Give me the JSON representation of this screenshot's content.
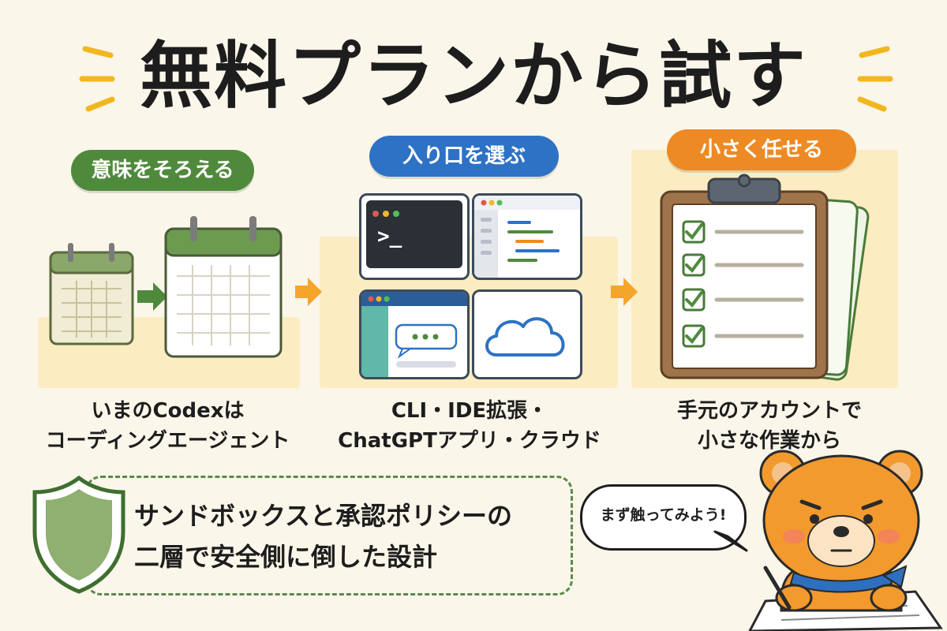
{
  "title": "無料プランから試す",
  "steps": [
    {
      "label": "意味をそろえる",
      "color": "#4f8a3c",
      "caption_lines": [
        "いまのCodexは",
        "コーディングエージェント"
      ]
    },
    {
      "label": "入り口を選ぶ",
      "color": "#2d72c4",
      "caption_lines": [
        "CLI・IDE拡張・",
        "ChatGPTアプリ・クラウド"
      ]
    },
    {
      "label": "小さく任せる",
      "color": "#ee8a23",
      "caption_lines": [
        "手元のアカウントで",
        "小さな作業から"
      ]
    }
  ],
  "terminal_prompt": ">_",
  "safety": {
    "lines": [
      "サンドボックスと承認ポリシーの",
      "二層で安全側に倒した設計"
    ],
    "icon": "shield-icon"
  },
  "mascot": {
    "speech": "まず触ってみよう!",
    "icon": "bear-mascot"
  },
  "colors": {
    "background": "#fbf6ea",
    "accent_yellow": "#f2b61f",
    "band": "#fbecc2",
    "arrow": "#f4a52a"
  }
}
